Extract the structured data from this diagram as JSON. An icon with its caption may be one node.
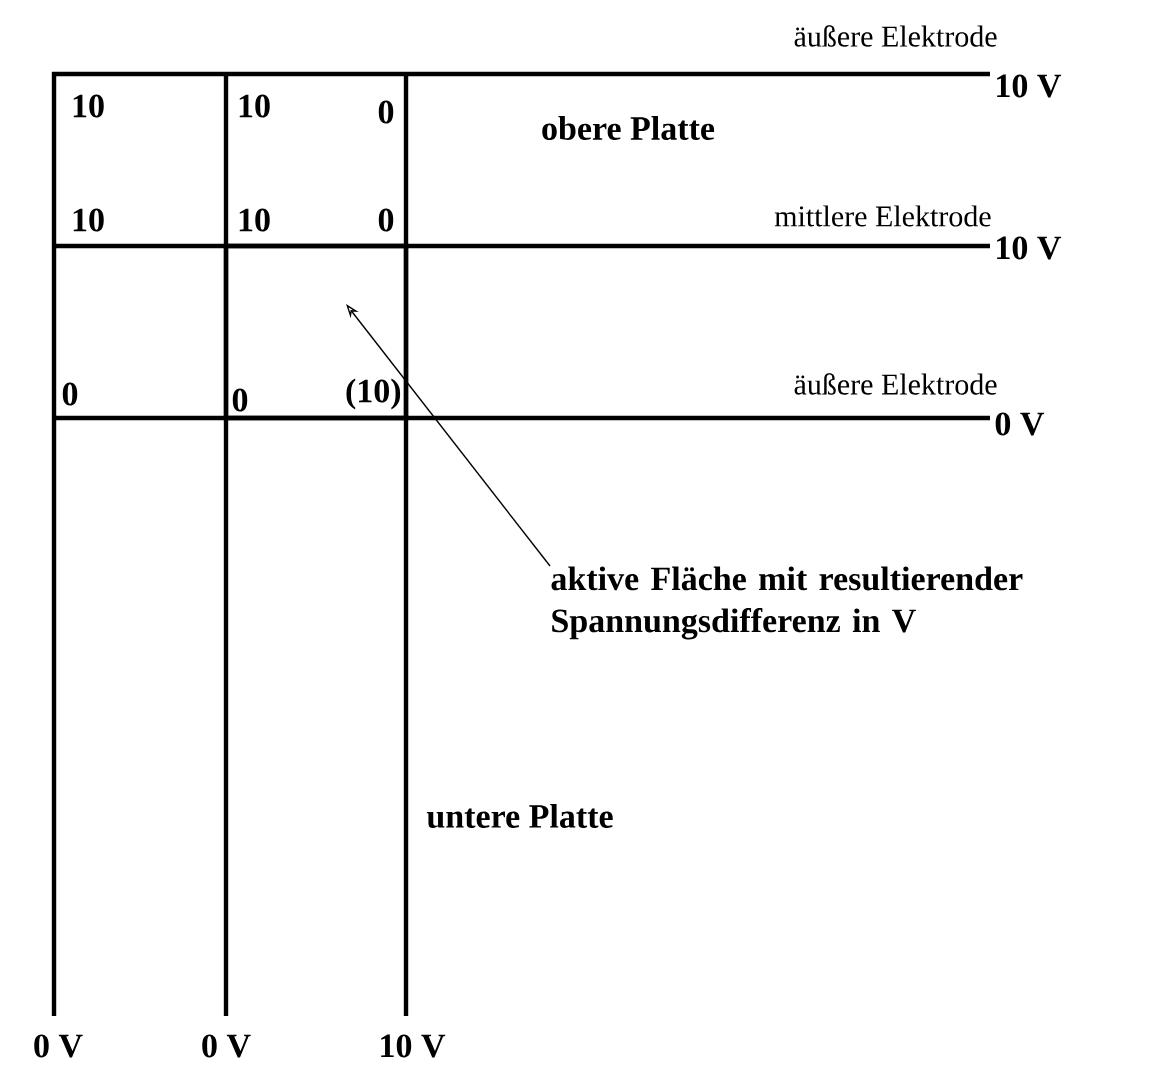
{
  "diagram": {
    "nodes": [
      {
        "text": [
          "aktive Fläche mit resultierender Spannungsdifferenz in V"
        ]
      },
      {
        "text": [],
        "shape": "box"
      }
    ],
    "edges": [
      {
        "from": 0,
        "to": 1,
        "arrow": "to"
      }
    ],
    "labels": [
      "äußere Elektrode",
      "10 V",
      "10",
      "10",
      "0",
      "obere Platte",
      "10",
      "10",
      "0",
      "mittlere Elektrode",
      "10 V",
      "0",
      "0",
      "(10)",
      "äußere Elektrode",
      "0 V",
      "untere Platte",
      "0 V",
      "0 V",
      "10 V"
    ]
  }
}
